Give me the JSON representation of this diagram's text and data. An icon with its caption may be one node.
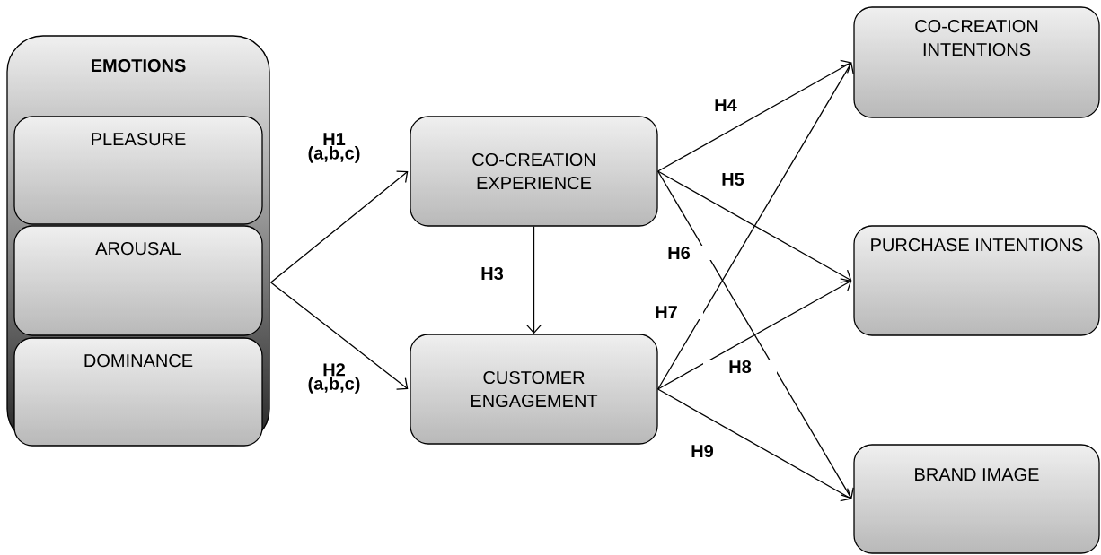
{
  "diagram": {
    "nodes": [
      {
        "text": [
          "EMOTIONS"
        ]
      },
      {
        "text": [
          "PLEASURE"
        ],
        "in": 0
      },
      {
        "text": [
          "AROUSAL"
        ],
        "in": 0
      },
      {
        "text": [
          "DOMINANCE"
        ],
        "in": 0
      },
      {
        "text": [
          "CO-CREATION EXPERIENCE"
        ]
      },
      {
        "text": [
          "CUSTOMER ENGAGEMENT"
        ]
      },
      {
        "text": [
          "CO-CREATION INTENTIONS"
        ]
      },
      {
        "text": [
          "PURCHASE INTENTIONS"
        ]
      },
      {
        "text": [
          "BRAND IMAGE"
        ]
      }
    ],
    "edges": [
      {
        "from": 0,
        "to": 4,
        "arrow": "to",
        "label": "H1 (a,b,c)"
      },
      {
        "from": 0,
        "to": 5,
        "arrow": "to",
        "label": "H2 (a,b,c)"
      },
      {
        "from": 4,
        "to": 5,
        "arrow": "to",
        "label": "H3"
      },
      {
        "from": 4,
        "to": 6,
        "arrow": "to",
        "label": "H4"
      },
      {
        "from": 4,
        "to": 7,
        "arrow": "to",
        "label": "H5"
      },
      {
        "from": 4,
        "to": 8,
        "arrow": "to",
        "label": "H6"
      },
      {
        "from": 5,
        "to": 6,
        "arrow": "to",
        "label": "H7"
      },
      {
        "from": 5,
        "to": 7,
        "arrow": "to",
        "label": "H8"
      },
      {
        "from": 5,
        "to": 8,
        "arrow": "to",
        "label": "H9"
      }
    ]
  }
}
